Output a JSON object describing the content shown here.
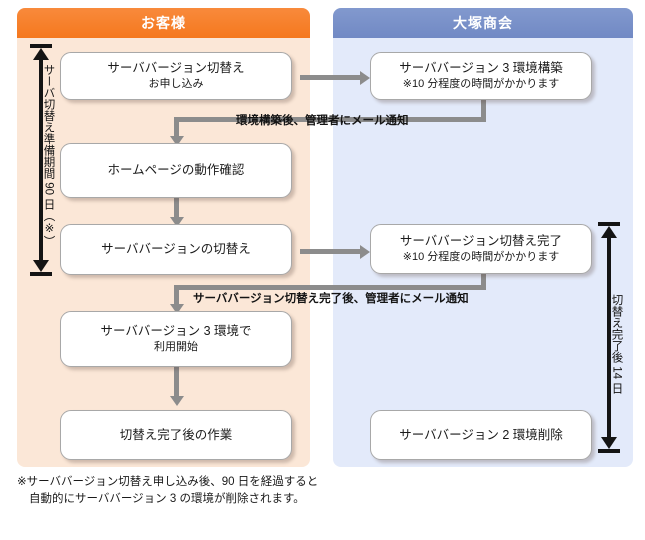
{
  "lanes": {
    "customer": {
      "title": "お客様",
      "color": "#f5781e",
      "body_color": "#fbe7d7"
    },
    "vendor": {
      "title": "大塚商会",
      "color": "#7189c4",
      "body_color": "#e3eafa"
    }
  },
  "nodes": {
    "apply": {
      "line1": "サーババージョン切替え",
      "line2": "お申し込み"
    },
    "build_env": {
      "line1": "サーババージョン 3 環境構築",
      "line2": "※10 分程度の時間がかかります"
    },
    "check_site": {
      "line1": "ホームページの動作確認",
      "line2": ""
    },
    "switch_version": {
      "line1": "サーババージョンの切替え",
      "line2": ""
    },
    "switch_done": {
      "line1": "サーババージョン切替え完了",
      "line2": "※10 分程度の時間がかかります"
    },
    "start_use": {
      "line1": "サーババージョン 3 環境で",
      "line2": "利用開始"
    },
    "post_work": {
      "line1": "切替え完了後の作業",
      "line2": ""
    },
    "delete_env": {
      "line1": "サーババージョン 2 環境削除",
      "line2": ""
    }
  },
  "connector_labels": {
    "build_notify": "環境構築後、管理者にメール通知",
    "switch_notify": "サーババージョン切替え完了後、管理者にメール通知"
  },
  "measures": {
    "prep_period": {
      "text": "サーバ切替え準備期間 90 日（※）"
    },
    "after_switch": {
      "text": "切替え完了後 14 日"
    }
  },
  "footnote": {
    "line1": "※サーババージョン切替え申し込み後、90 日を経過すると",
    "line2": "自動的にサーババージョン 3 の環境が削除されます。"
  }
}
